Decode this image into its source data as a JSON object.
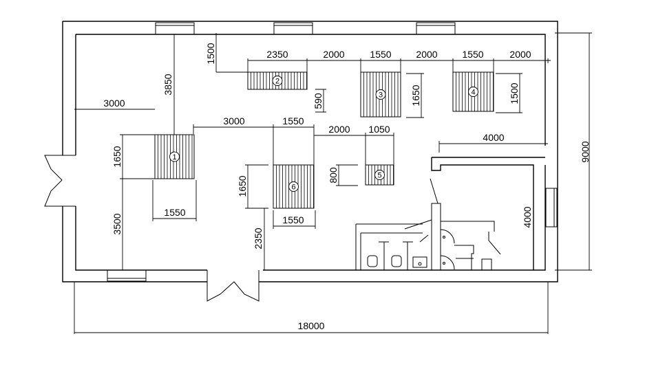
{
  "dimensions": {
    "overall_width": "18000",
    "overall_depth": "9000",
    "d_3850": "3850",
    "d_1500_top": "1500",
    "d_2350_top": "2350",
    "d_2000_a": "2000",
    "d_1550_a": "1550",
    "d_2000_b": "2000",
    "d_1550_b": "1550",
    "d_2000_c": "2000",
    "d_590": "590",
    "d_1650_c": "1650",
    "d_1500_d": "1500",
    "d_3000_left": "3000",
    "d_3000_mid": "3000",
    "d_1550_mid": "1550",
    "d_2000_mid": "2000",
    "d_1050": "1050",
    "d_4000_top": "4000",
    "d_1650_left": "1650",
    "d_800": "800",
    "d_1650_six": "1650",
    "d_1550_one": "1550",
    "d_1550_six": "1550",
    "d_3500": "3500",
    "d_2350_bottom": "2350",
    "d_4000_right": "4000"
  },
  "pens": [
    {
      "label": "1"
    },
    {
      "label": "2"
    },
    {
      "label": "3"
    },
    {
      "label": "4"
    },
    {
      "label": "5"
    },
    {
      "label": "6"
    }
  ]
}
